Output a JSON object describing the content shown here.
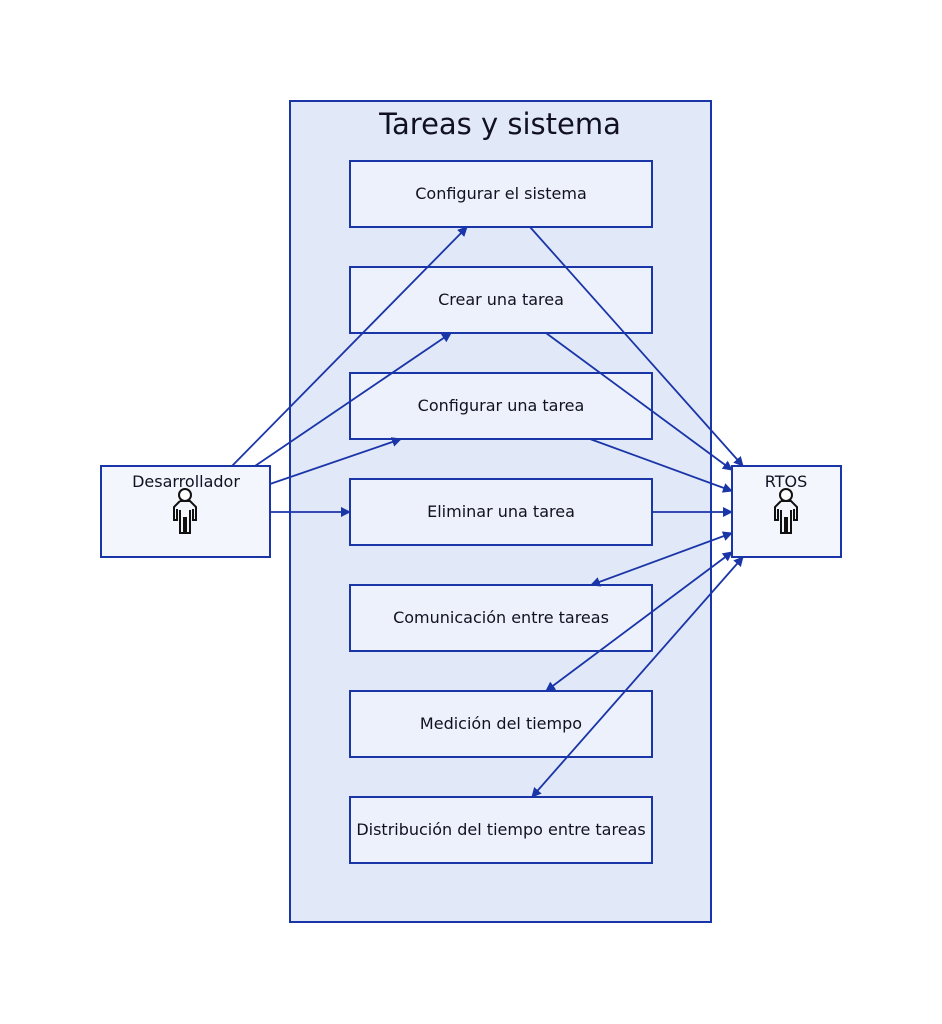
{
  "system": {
    "title": "Tareas y sistema"
  },
  "actors": {
    "developer": {
      "label": "Desarrollador"
    },
    "rtos": {
      "label": "RTOS"
    }
  },
  "use_cases": [
    {
      "id": "uc1",
      "label": "Configurar el sistema"
    },
    {
      "id": "uc2",
      "label": "Crear una tarea"
    },
    {
      "id": "uc3",
      "label": "Configurar una tarea"
    },
    {
      "id": "uc4",
      "label": "Eliminar una tarea"
    },
    {
      "id": "uc5",
      "label": "Comunicación entre tareas"
    },
    {
      "id": "uc6",
      "label": "Medición del tiempo"
    },
    {
      "id": "uc7",
      "label": "Distribución del tiempo entre tareas"
    }
  ],
  "relations": [
    {
      "from": "developer",
      "to": "uc1",
      "direction": "forward"
    },
    {
      "from": "developer",
      "to": "uc2",
      "direction": "forward"
    },
    {
      "from": "developer",
      "to": "uc3",
      "direction": "forward"
    },
    {
      "from": "developer",
      "to": "uc4",
      "direction": "forward"
    },
    {
      "from": "uc1",
      "to": "rtos",
      "direction": "forward"
    },
    {
      "from": "uc2",
      "to": "rtos",
      "direction": "forward"
    },
    {
      "from": "uc3",
      "to": "rtos",
      "direction": "forward"
    },
    {
      "from": "uc4",
      "to": "rtos",
      "direction": "forward"
    },
    {
      "from": "uc5",
      "to": "rtos",
      "direction": "both"
    },
    {
      "from": "uc6",
      "to": "rtos",
      "direction": "both"
    },
    {
      "from": "uc7",
      "to": "rtos",
      "direction": "both"
    }
  ],
  "colors": {
    "stroke": "#1a35a8",
    "system_fill": "#e1e8f8",
    "usecase_fill": "#edf1fb",
    "actor_fill": "#f4f6fd"
  }
}
